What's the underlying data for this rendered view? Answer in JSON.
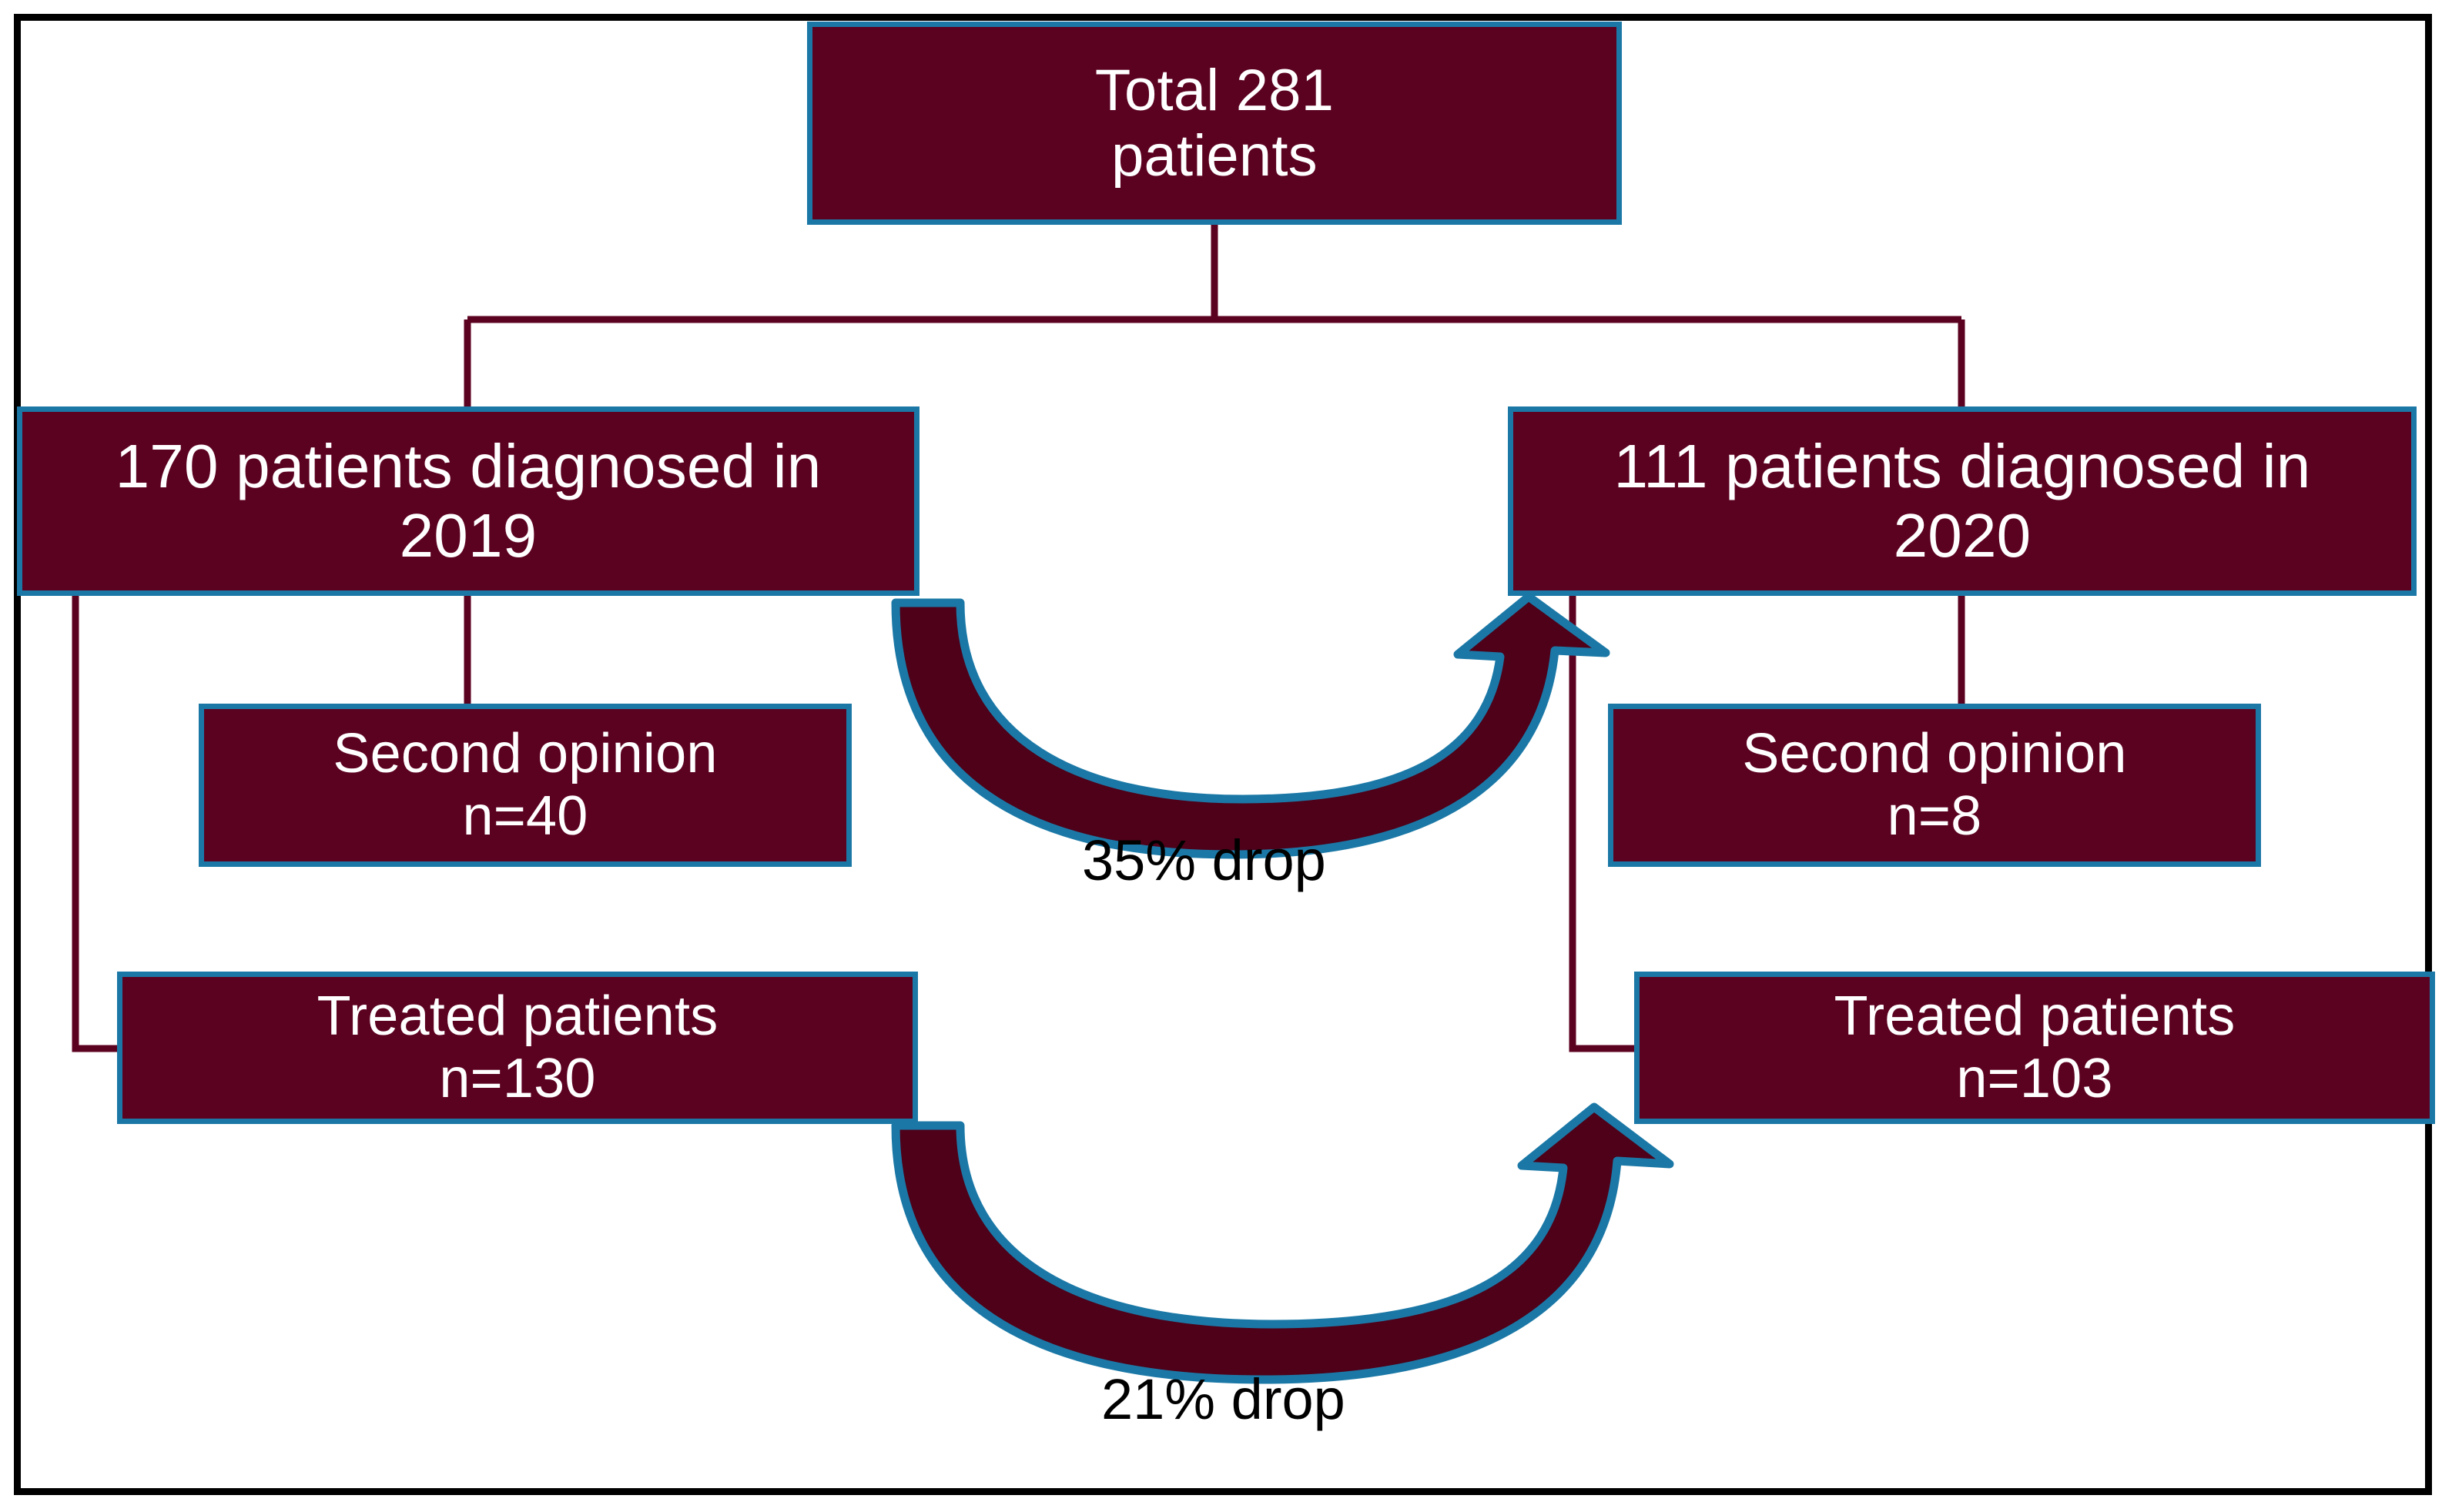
{
  "diagram": {
    "title": "Patient diagnosis and treatment flow 2019 vs 2020",
    "colors": {
      "box_fill": "#5C0221",
      "box_border": "#1B78A6",
      "box_text": "#FFFFFF",
      "connector_line": "#5C0221",
      "arrow_fill": "#4E0119",
      "arrow_outline": "#1B78A6",
      "label_text": "#000000",
      "frame": "#000000",
      "background": "#FFFFFF"
    },
    "nodes": {
      "total": {
        "line1": "Total 281",
        "line2": "patients",
        "count": 281
      },
      "year_2019": {
        "line1": "170 patients diagnosed in",
        "line2": "2019",
        "count": 170,
        "year": "2019"
      },
      "year_2020": {
        "line1": "111 patients diagnosed in",
        "line2": "2020",
        "count": 111,
        "year": "2020"
      },
      "second_opinion_2019": {
        "line1": "Second opinion",
        "line2": "n=40",
        "count": 40
      },
      "second_opinion_2020": {
        "line1": "Second opinion",
        "line2": "n=8",
        "count": 8
      },
      "treated_2019": {
        "line1": "Treated patients",
        "line2": "n=130",
        "count": 130
      },
      "treated_2020": {
        "line1": "Treated patients",
        "line2": "n=103",
        "count": 103
      }
    },
    "arrows": {
      "diagnosed_drop": {
        "label": "35% drop",
        "percent": 35,
        "from": "170 patients diagnosed in 2019",
        "to": "111 patients diagnosed in 2020"
      },
      "treated_drop": {
        "label": "21% drop",
        "percent": 21,
        "from": "Treated patients n=130",
        "to": "Treated patients n=103"
      }
    }
  }
}
